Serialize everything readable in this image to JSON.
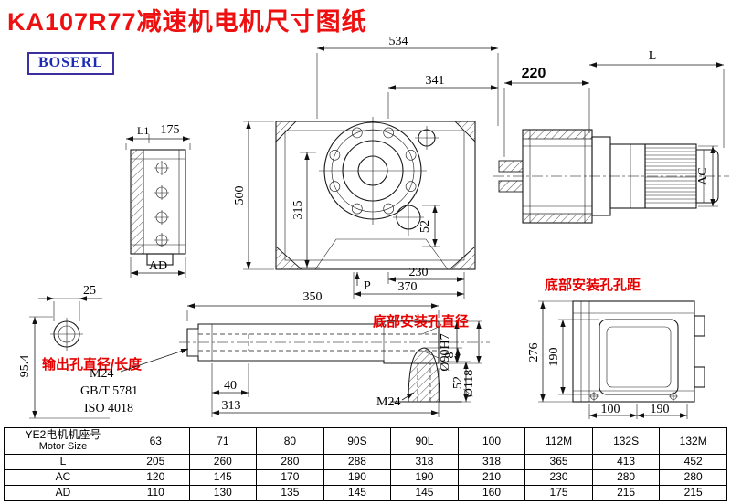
{
  "page": {
    "title": "KA107R77减速机电机尺寸图纸",
    "brand": "BOSERL"
  },
  "labels": {
    "output_hole": "输出孔直径/长度",
    "bottom_hole_dia": "底部安装孔直径",
    "bottom_hole_pitch": "底部安装孔孔距"
  },
  "dims": {
    "front": {
      "overall_w": "534",
      "inner_w": "341",
      "overall_h": "500",
      "flange_h": "315",
      "hole_dim": "52",
      "base_w": "230",
      "foot_w": "370",
      "p": "P"
    },
    "side": {
      "housing_len": "220",
      "motor_len": "L",
      "motor_od": "AC"
    },
    "flange": {
      "l1": "L1",
      "depth": "175",
      "ad": "AD"
    },
    "shaft_end": {
      "width": "25",
      "height": "95.4"
    },
    "shaft": {
      "length": "350",
      "step": "40",
      "body": "313",
      "bore": "Ø90H7",
      "od": "Ø118",
      "thread": "M24",
      "std_gb": "GB/T 5781",
      "std_iso": "ISO 4018"
    },
    "bottom_hole": {
      "thread": "M24",
      "depth": "8",
      "height": "52"
    },
    "rear": {
      "height": "276",
      "inner_height": "190",
      "pitch_a": "100",
      "pitch_b": "190"
    }
  },
  "table": {
    "header_cn": "YE2电机机座号",
    "header_en": "Motor Size",
    "sizes": [
      "63",
      "71",
      "80",
      "90S",
      "90L",
      "100",
      "112M",
      "132S",
      "132M"
    ],
    "rows": [
      {
        "label": "L",
        "values": [
          "205",
          "260",
          "280",
          "288",
          "318",
          "318",
          "365",
          "413",
          "452"
        ]
      },
      {
        "label": "AC",
        "values": [
          "120",
          "145",
          "170",
          "190",
          "190",
          "210",
          "230",
          "280",
          "280"
        ]
      },
      {
        "label": "AD",
        "values": [
          "110",
          "130",
          "135",
          "145",
          "145",
          "160",
          "175",
          "215",
          "215"
        ]
      }
    ]
  }
}
